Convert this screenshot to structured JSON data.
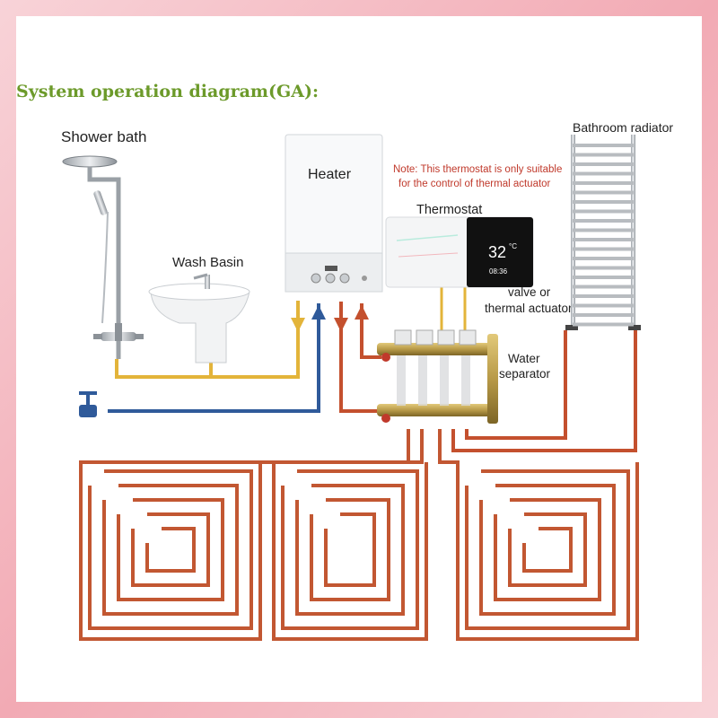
{
  "title": "System operation diagram(GA):",
  "labels": {
    "shower": "Shower bath",
    "basin": "Wash Basin",
    "heater": "Heater",
    "thermostat": "Thermostat",
    "radiator": "Bathroom radiator",
    "valve_line1": "valve or",
    "valve_line2": "thermal actuator",
    "separator_line1": "Water",
    "separator_line2": "separator"
  },
  "note": {
    "line1": "Note: This thermostat is only suitable",
    "line2": "for the control of thermal actuator"
  },
  "thermostat_display": {
    "temperature": "32",
    "unit": "°C",
    "time": "08:36"
  },
  "colors": {
    "title_green": "#6c9a2a",
    "hot_pipe": "#c4502e",
    "cold_pipe": "#2f5a9a",
    "yellow_pipe": "#e3b43a",
    "floor_pipe": "#c25732",
    "brass": "#b89a48",
    "note_red": "#c0392b"
  },
  "icons": {
    "shower": "shower-icon",
    "basin": "wash-basin-icon",
    "heater": "boiler-icon",
    "thermostat": "thermostat-icon",
    "radiator": "towel-radiator-icon",
    "manifold": "manifold-icon",
    "tap": "cold-water-tap-icon"
  }
}
